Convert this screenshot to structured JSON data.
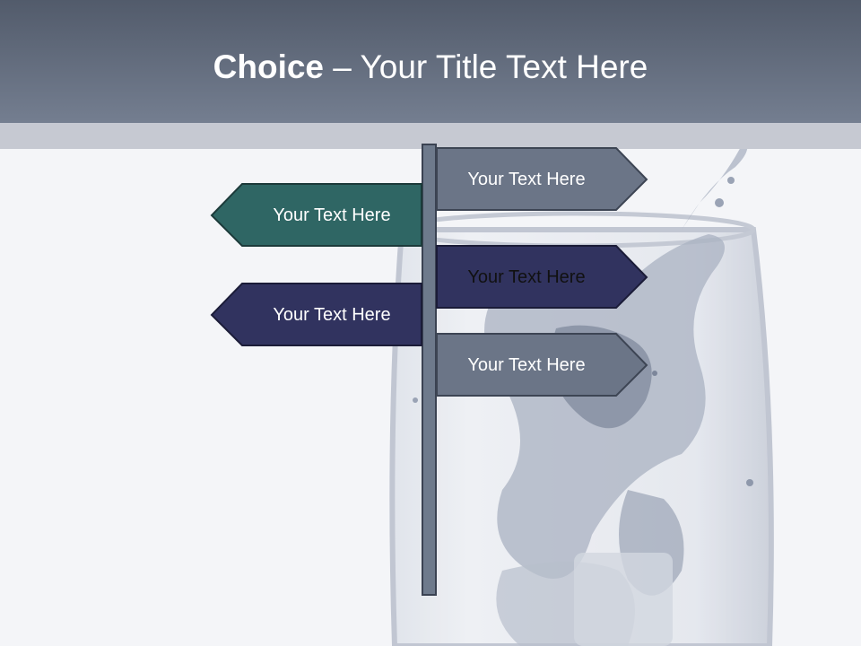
{
  "slide": {
    "title_bold": "Choice",
    "title_rest": " – Your Title Text Here"
  },
  "signs": [
    {
      "text": "Your Text Here",
      "direction": "right",
      "fill": "#6b7587"
    },
    {
      "text": "Your Text Here",
      "direction": "left",
      "fill": "#2f6664"
    },
    {
      "text": "Your Text Here",
      "direction": "right",
      "fill": "#31335f"
    },
    {
      "text": "Your Text Here",
      "direction": "left",
      "fill": "#31335f"
    },
    {
      "text": "Your Text Here",
      "direction": "right",
      "fill": "#6b7587"
    }
  ],
  "background_image": {
    "subject": "water-glass-splash",
    "tint": "#8a94a8"
  }
}
